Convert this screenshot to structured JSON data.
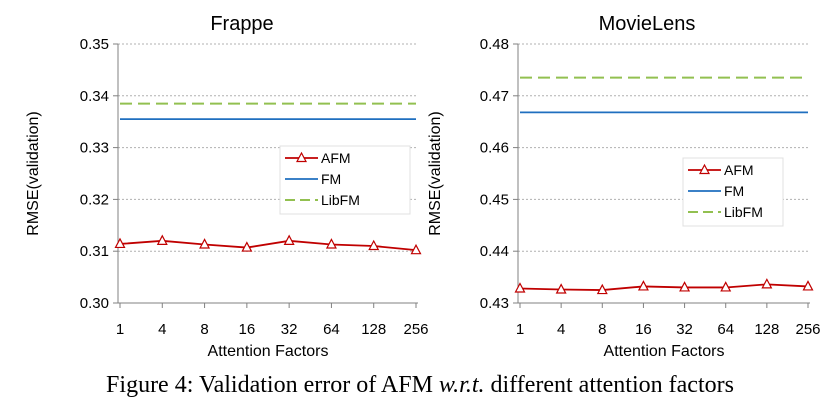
{
  "chart_data": [
    {
      "type": "line",
      "title": "Frappe",
      "xlabel": "Attention Factors",
      "ylabel": "RMSE(validation)",
      "categories": [
        "1",
        "4",
        "8",
        "16",
        "32",
        "64",
        "128",
        "256"
      ],
      "ylim": [
        0.3,
        0.35
      ],
      "yticks": [
        "0.30",
        "0.31",
        "0.32",
        "0.33",
        "0.34",
        "0.35"
      ],
      "grid": true,
      "legend_position": "center-right",
      "series": [
        {
          "name": "AFM",
          "values": [
            0.3114,
            0.312,
            0.3113,
            0.3107,
            0.312,
            0.3113,
            0.311,
            0.3102
          ],
          "color": "#c00000",
          "style": "line-triangle"
        },
        {
          "name": "FM",
          "values": [
            0.3355,
            0.3355,
            0.3355,
            0.3355,
            0.3355,
            0.3355,
            0.3355,
            0.3355
          ],
          "color": "#1f6fbf",
          "style": "solid"
        },
        {
          "name": "LibFM",
          "values": [
            0.3385,
            0.3385,
            0.3385,
            0.3385,
            0.3385,
            0.3385,
            0.3385,
            0.3385
          ],
          "color": "#92c050",
          "style": "dashed"
        }
      ]
    },
    {
      "type": "line",
      "title": "MovieLens",
      "xlabel": "Attention Factors",
      "ylabel": "RMSE(validation)",
      "categories": [
        "1",
        "4",
        "8",
        "16",
        "32",
        "64",
        "128",
        "256"
      ],
      "ylim": [
        0.43,
        0.48
      ],
      "yticks": [
        "0.43",
        "0.44",
        "0.45",
        "0.46",
        "0.47",
        "0.48"
      ],
      "grid": true,
      "legend_position": "center-right",
      "series": [
        {
          "name": "AFM",
          "values": [
            0.4328,
            0.4326,
            0.4325,
            0.4332,
            0.433,
            0.433,
            0.4336,
            0.4332
          ],
          "color": "#c00000",
          "style": "line-triangle"
        },
        {
          "name": "FM",
          "values": [
            0.4668,
            0.4668,
            0.4668,
            0.4668,
            0.4668,
            0.4668,
            0.4668,
            0.4668
          ],
          "color": "#1f6fbf",
          "style": "solid"
        },
        {
          "name": "LibFM",
          "values": [
            0.4735,
            0.4735,
            0.4735,
            0.4735,
            0.4735,
            0.4735,
            0.4735,
            0.4735
          ],
          "color": "#92c050",
          "style": "dashed"
        }
      ]
    }
  ],
  "caption": {
    "prefix": "Figure 4: Validation error of AFM ",
    "emph": "w.r.t.",
    "suffix": " different attention factors"
  }
}
